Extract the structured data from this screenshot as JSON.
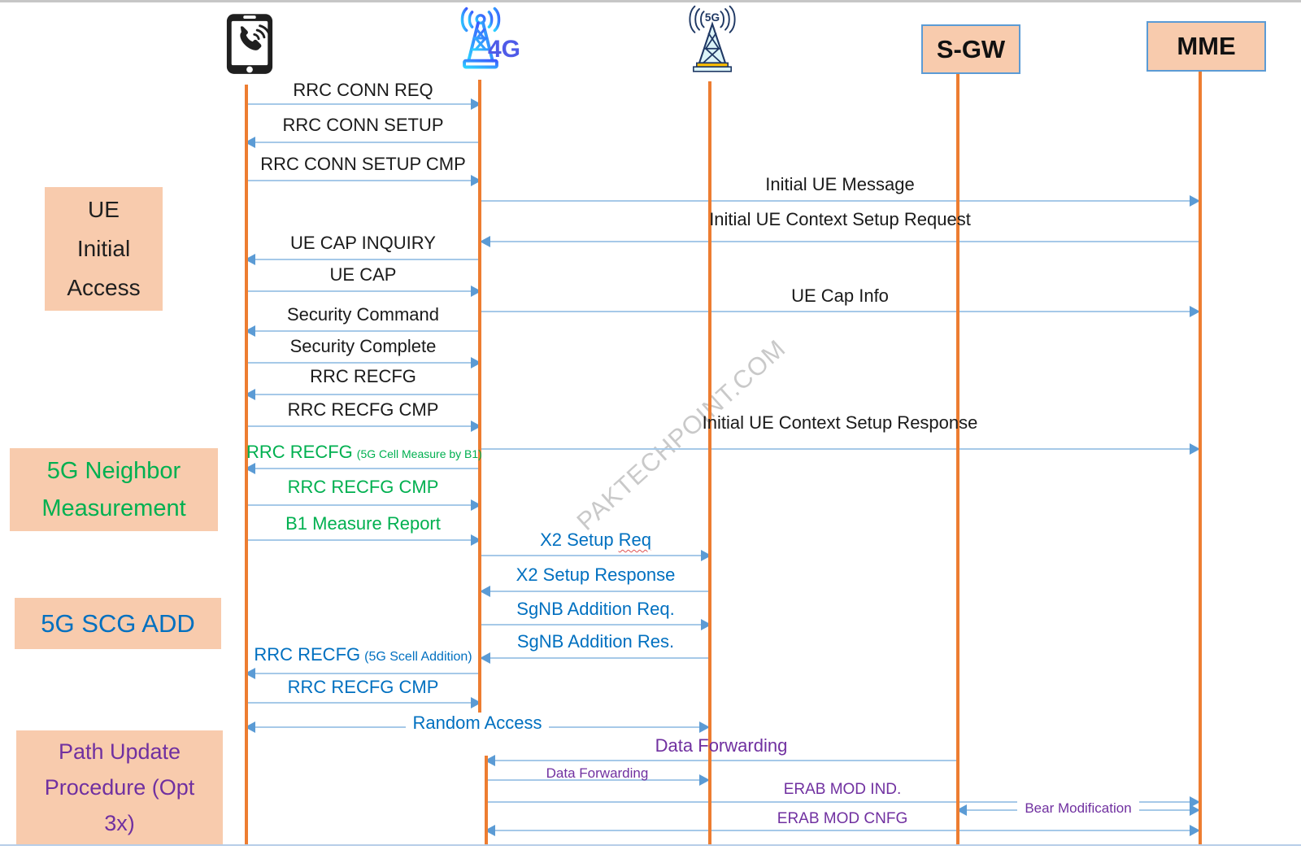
{
  "watermark": "PAKTECHPOINT.COM",
  "colors": {
    "lifeline": "#ED7D31",
    "arrow-line": "#A6C9E8",
    "arrow-head": "#5B9BD5",
    "box-fill": "#F8CBAD",
    "box-border": "#5B9BD5",
    "msg-black": "#1A1A1A",
    "msg-green": "#00B050",
    "msg-blue": "#0070C0",
    "msg-purple": "#7030A0",
    "label4g": "#4F5BE8",
    "navy": "#1F3864",
    "watermark": "#9E9E9E"
  },
  "nodes": {
    "enb4g": {
      "label": "4G"
    },
    "gnb5g": {
      "icon_label": "5G"
    },
    "sgw": {
      "label": "S-GW"
    },
    "mme": {
      "label": "MME"
    }
  },
  "sections": [
    {
      "lines": [
        "UE",
        "Initial",
        "Access"
      ]
    },
    {
      "lines": [
        "5G Neighbor",
        "Measurement"
      ]
    },
    {
      "lines": [
        "5G SCG ADD"
      ]
    },
    {
      "lines": [
        "Path Update",
        "Procedure (Opt",
        "3x)"
      ]
    }
  ],
  "messages": [
    {
      "label": "RRC CONN REQ"
    },
    {
      "label": "RRC CONN SETUP"
    },
    {
      "label": "RRC CONN SETUP CMP"
    },
    {
      "label": "Initial UE Message"
    },
    {
      "label": "Initial UE Context Setup Request"
    },
    {
      "label": "UE CAP INQUIRY"
    },
    {
      "label": "UE CAP"
    },
    {
      "label": "UE Cap Info"
    },
    {
      "label": "Security Command"
    },
    {
      "label": "Security Complete"
    },
    {
      "label": "RRC RECFG"
    },
    {
      "label": "RRC RECFG CMP"
    },
    {
      "label": "Initial UE Context Setup Response"
    },
    {
      "label": "RRC RECFG",
      "note": "(5G Cell Measure by B1)"
    },
    {
      "label": "RRC RECFG CMP"
    },
    {
      "label": "B1 Measure Report"
    },
    {
      "label": "X2 Setup",
      "misspelled": "Req"
    },
    {
      "label": "X2 Setup Response"
    },
    {
      "label": "SgNB Addition Req."
    },
    {
      "label": "SgNB Addition Res."
    },
    {
      "label": "RRC RECFG",
      "note": "(5G Scell Addition)"
    },
    {
      "label": "RRC RECFG CMP"
    },
    {
      "label": "Random Access"
    },
    {
      "label": "Data Forwarding"
    },
    {
      "label": "Data Forwarding"
    },
    {
      "label": "ERAB MOD IND."
    },
    {
      "label": "Bear Modification"
    },
    {
      "label": "ERAB MOD CNFG"
    }
  ]
}
